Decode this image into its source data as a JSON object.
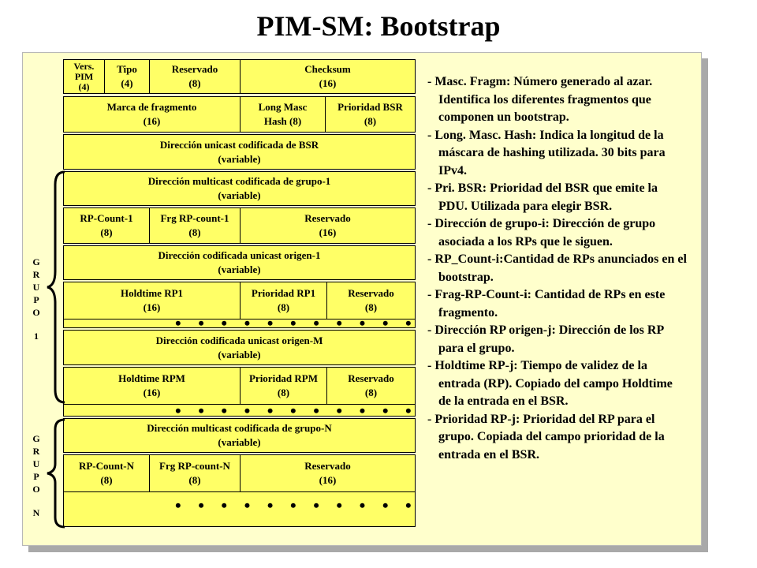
{
  "title": "PIM-SM: Bootstrap",
  "colors": {
    "field": "#ffff66",
    "panel": "#ffffcc",
    "shadow": "#a9a9a9"
  },
  "packet": {
    "row1": {
      "vers": [
        "Vers.",
        "PIM",
        "(4)"
      ],
      "tipo": [
        "Tipo",
        "(4)"
      ],
      "reservado": [
        "Reservado",
        "(8)"
      ],
      "checksum": [
        "Checksum",
        "(16)"
      ]
    },
    "row2": {
      "marca": [
        "Marca de fragmento",
        "(16)"
      ],
      "longmasc": [
        "Long Masc",
        "Hash  (8)"
      ],
      "prioridad_bsr": [
        "Prioridad BSR",
        "(8)"
      ]
    },
    "bsr_addr": [
      "Dirección unicast codificada de BSR",
      "(variable)"
    ],
    "group1": {
      "addr": [
        "Dirección multicast  codificada de grupo-1",
        "(variable)"
      ],
      "rp_count": [
        "RP-Count-1",
        "(8)"
      ],
      "frg_rp_count": [
        "Frg RP-count-1",
        "(8)"
      ],
      "reservado16": [
        "Reservado",
        "(16)"
      ],
      "origen1": [
        "Dirección codificada unicast origen-1",
        "(variable)"
      ],
      "holdtime1": [
        "Holdtime RP1",
        "(16)"
      ],
      "prioridad1": [
        "Prioridad RP1",
        "(8)"
      ],
      "reservado8a": [
        "Reservado",
        "(8)"
      ],
      "origenM": [
        "Dirección codificada unicast origen-M",
        "(variable)"
      ],
      "holdtimeM": [
        "Holdtime RPM",
        "(16)"
      ],
      "prioridadM": [
        "Prioridad RPM",
        "(8)"
      ],
      "reservado8b": [
        "Reservado",
        "(8)"
      ]
    },
    "groupN": {
      "addr": [
        "Dirección multicast  codificada de grupo-N",
        "(variable)"
      ],
      "rp_count": [
        "RP-Count-N",
        "(8)"
      ],
      "frg_rp_count": [
        "Frg RP-count-N",
        "(8)"
      ],
      "reservado16": [
        "Reservado",
        "(16)"
      ]
    },
    "dots": "• • • • • • • • • • •"
  },
  "grupo_labels": {
    "grupo1": [
      "G",
      "R",
      "U",
      "P",
      "O",
      "",
      "1"
    ],
    "grupoN": [
      "G",
      "R",
      "U",
      "P",
      "O",
      "",
      "N"
    ]
  },
  "description": [
    "- Masc. Fragm: Número generado al azar. Identifica los diferentes fragmentos que componen un bootstrap.",
    "- Long. Masc. Hash: Indica la longitud de la máscara de hashing utilizada. 30 bits para IPv4.",
    "- Pri. BSR: Prioridad del BSR que emite la PDU. Utilizada para elegir BSR.",
    "- Dirección de grupo-i: Dirección de grupo asociada a los RPs que le siguen.",
    "- RP_Count-i:Cantidad de RPs anunciados en el bootstrap.",
    "- Frag-RP-Count-i: Cantidad de RPs en este fragmento.",
    "- Dirección RP origen-j: Dirección de los RP para el grupo.",
    "- Holdtime RP-j: Tiempo de validez de la entrada (RP). Copiado del campo Holdtime de la entrada en el BSR.",
    "- Prioridad RP-j: Prioridad del RP para el grupo. Copiada del campo prioridad de la entrada en el BSR."
  ]
}
